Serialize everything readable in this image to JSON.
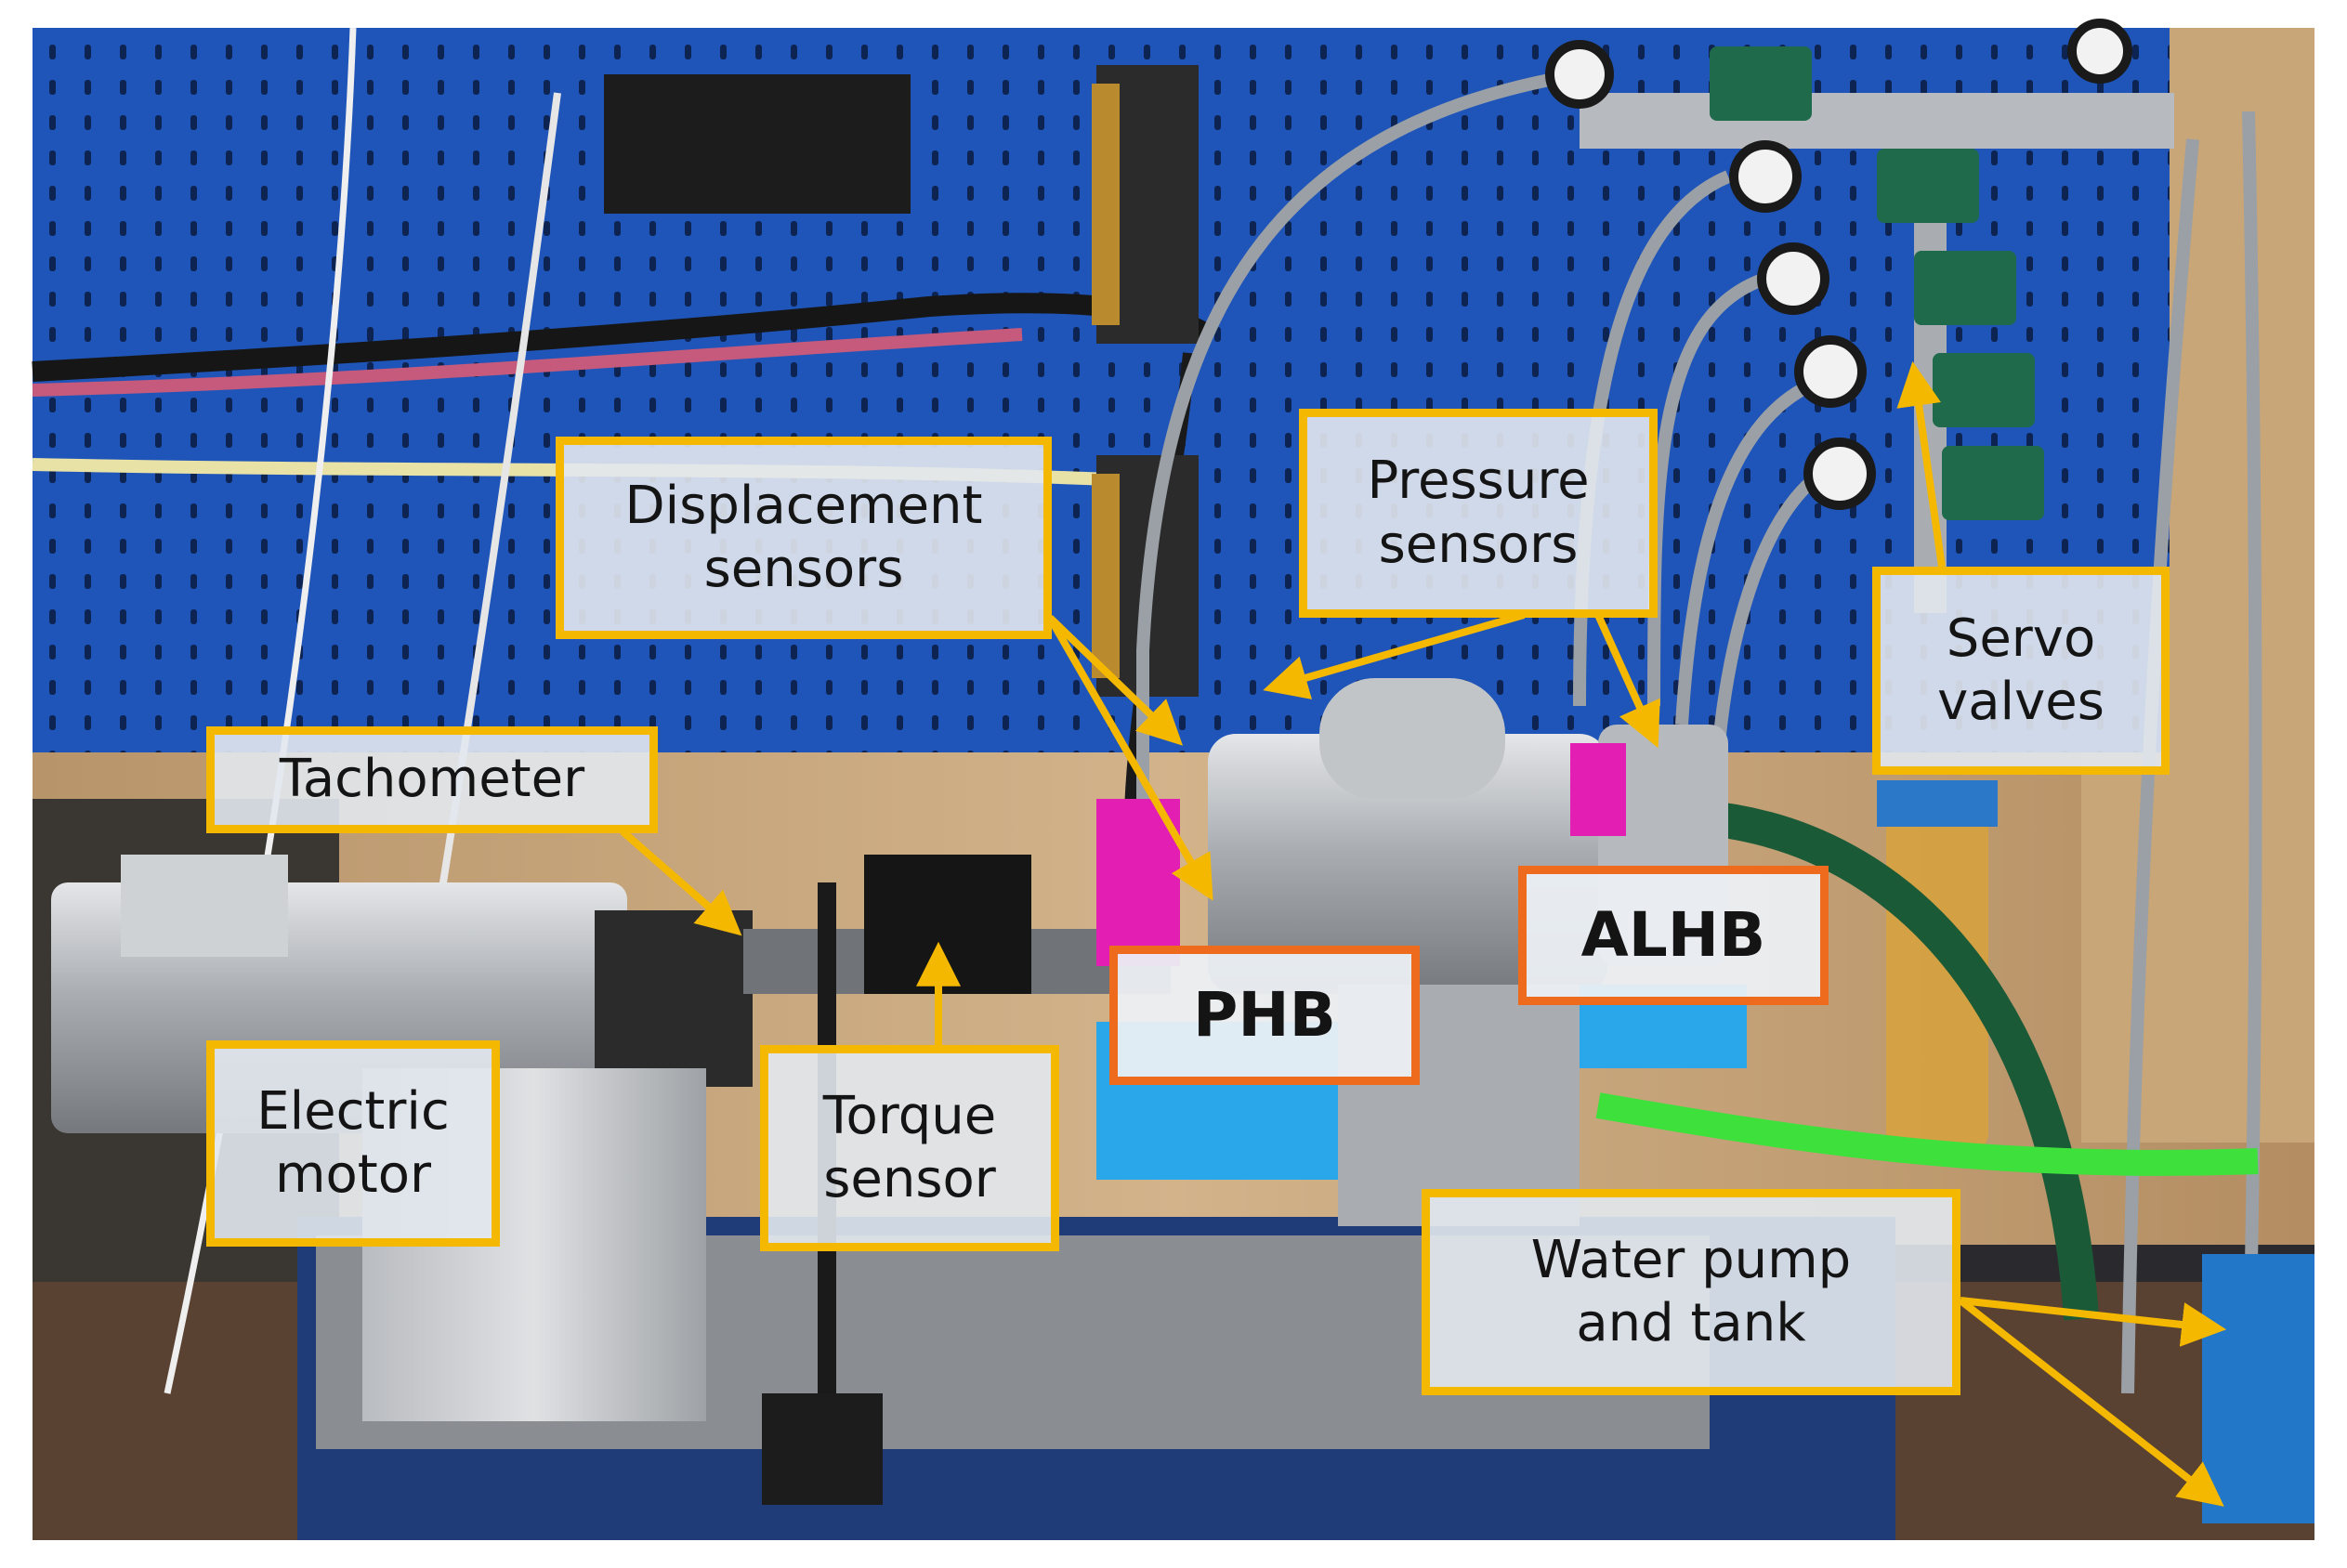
{
  "labels": {
    "displacement_sensors": {
      "line1": "Displacement",
      "line2": "sensors"
    },
    "pressure_sensors": {
      "line1": "Pressure",
      "line2": "sensors"
    },
    "servo_valves": {
      "line1": "Servo",
      "line2": "valves"
    },
    "tachometer": {
      "line1": "Tachometer"
    },
    "phb": {
      "line1": "PHB"
    },
    "alhb": {
      "line1": "ALHB"
    },
    "electric_motor": {
      "line1": "Electric",
      "line2": "motor"
    },
    "torque_sensor": {
      "line1": "Torque",
      "line2": "sensor"
    },
    "water_pump_tank": {
      "line1": "Water pump",
      "line2": "and tank"
    }
  },
  "colors": {
    "callout_border": "#f5b800",
    "bearing_border": "#ee6a1c",
    "arrow": "#f5b800",
    "panel_blue": "#1f55b8",
    "wood": "#c9a77a"
  }
}
